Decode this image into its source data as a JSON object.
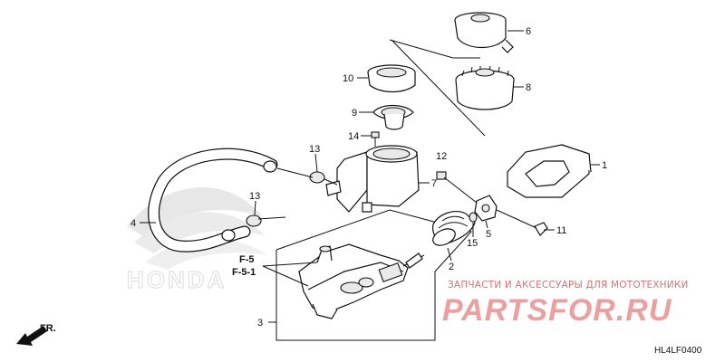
{
  "callouts": {
    "c1": "1",
    "c2": "2",
    "c3": "3",
    "c4": "4",
    "c5": "5",
    "c6": "6",
    "c7": "7",
    "c8": "8",
    "c9": "9",
    "c10": "10",
    "c11": "11",
    "c12": "12",
    "c13a": "13",
    "c13b": "13",
    "c14": "14",
    "c15": "15"
  },
  "refs": {
    "f5": "F-5",
    "f51": "F-5-1"
  },
  "direction": {
    "label": "FR."
  },
  "watermark": {
    "caption": "ЗАПЧАСТИ И АКСЕССУАРЫ ДЛЯ МОТОТЕХНИКИ",
    "brand": "PARTSFOR.RU",
    "brand_color": "#e88080"
  },
  "logo_text": "HONDA",
  "diagram_code": "HL4LF0400"
}
